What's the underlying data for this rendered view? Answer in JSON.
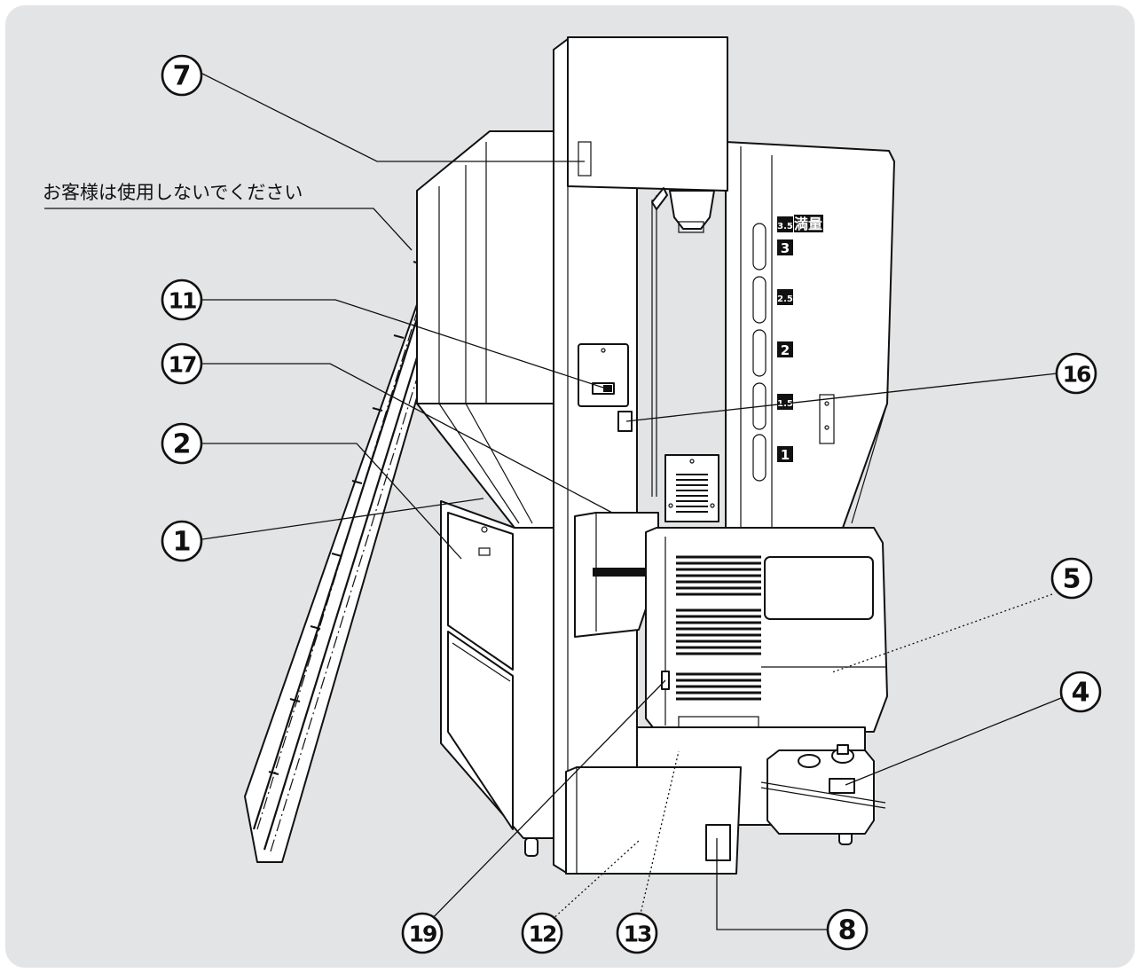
{
  "note": {
    "text": "お客様は使用しないでください"
  },
  "level_scale": {
    "full_label": "満量",
    "marks": [
      "3.5",
      "3",
      "2.5",
      "2",
      "1.5",
      "1"
    ]
  },
  "callouts": [
    {
      "id": "1",
      "label": "1"
    },
    {
      "id": "2",
      "label": "2"
    },
    {
      "id": "4",
      "label": "4"
    },
    {
      "id": "5",
      "label": "5"
    },
    {
      "id": "7",
      "label": "7"
    },
    {
      "id": "8",
      "label": "8"
    },
    {
      "id": "11",
      "label": "11"
    },
    {
      "id": "12",
      "label": "12"
    },
    {
      "id": "13",
      "label": "13"
    },
    {
      "id": "16",
      "label": "16"
    },
    {
      "id": "17",
      "label": "17"
    },
    {
      "id": "19",
      "label": "19"
    }
  ],
  "colors": {
    "background": "#e3e4e5",
    "line": "#111111",
    "fill": "#ffffff"
  }
}
